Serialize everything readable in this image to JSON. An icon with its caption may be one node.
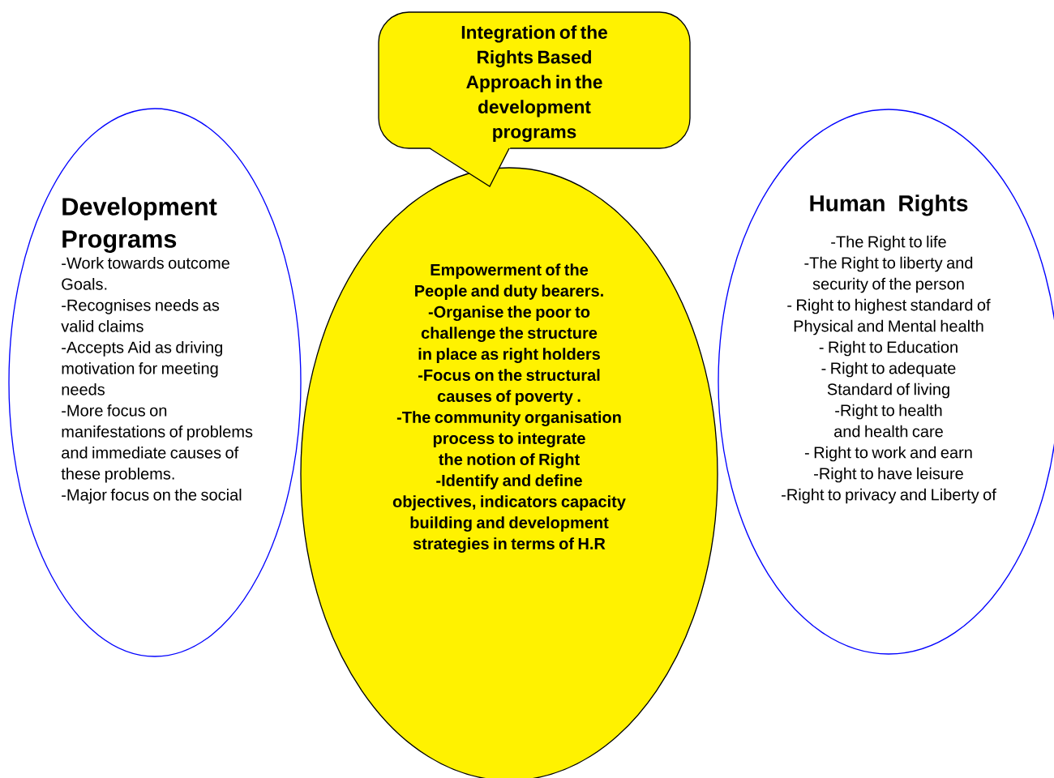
{
  "diagram": {
    "nodes": [
      {
        "text": [
          "Integration of the Rights Based Approach in the development programs"
        ]
      },
      {
        "text": [
          "Development Programs",
          "-Work towards outcome Goals.",
          "-Recognises needs as valid claims",
          "-Accepts Aid as driving motivation for meeting needs",
          "-More focus on manifestations of problems and immediate causes of these problems.",
          "-Major focus on the social"
        ]
      },
      {
        "text": [
          "Empowerment of the People and duty bearers.",
          "-Organise the poor to challenge the structure in place as right holders",
          "-Focus on the structural causes of poverty .",
          "-The community organisation process to integrate the notion of Right",
          "-Identify and define objectives, indicators capacity building and development strategies in terms of H.R"
        ]
      },
      {
        "text": [
          "Human Rights",
          "-The Right to life",
          "-The Right to liberty and security of the person",
          "- Right to highest standard of Physical and Mental health",
          "- Right to Education",
          "- Right to adequate Standard of living",
          "-Right to health and health care",
          "- Right to work and earn",
          "-Right to have leisure",
          "-Right to privacy and Liberty of"
        ]
      }
    ]
  }
}
